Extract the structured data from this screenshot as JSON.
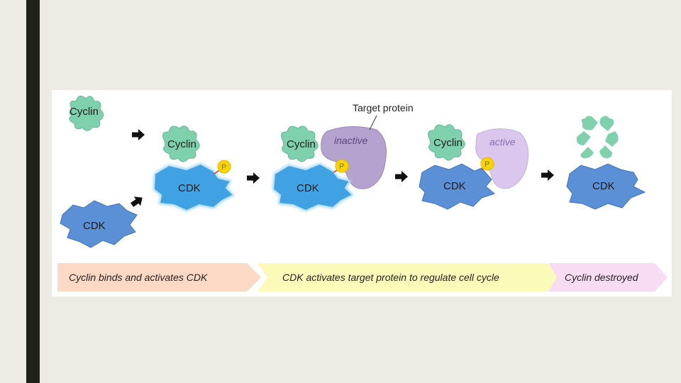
{
  "slide": {
    "accent_bar_color": "#1e2219",
    "background_color": "#edebe4"
  },
  "diagram": {
    "cyclin_label": "Cyclin",
    "cdk_label": "CDK",
    "phosphate_label": "P",
    "target_protein_label": "Target protein",
    "inactive_label": "inactive",
    "active_label": "active",
    "stages": [
      {
        "label": "Cyclin binds and activates CDK",
        "color": "#fbd9c4"
      },
      {
        "label": "CDK activates target protein to regulate cell cycle",
        "color": "#fcfab8"
      },
      {
        "label": "Cyclin destroyed",
        "color": "#f8dcf3"
      }
    ],
    "colors": {
      "cyclin": "#7fd1ad",
      "cdk_inactive": "#5b8fd6",
      "cdk_active": "#3fa2e3",
      "phosphate": "#f7d500",
      "target_inactive": "#b4a3cf",
      "target_active": "#dbc7ee"
    }
  }
}
